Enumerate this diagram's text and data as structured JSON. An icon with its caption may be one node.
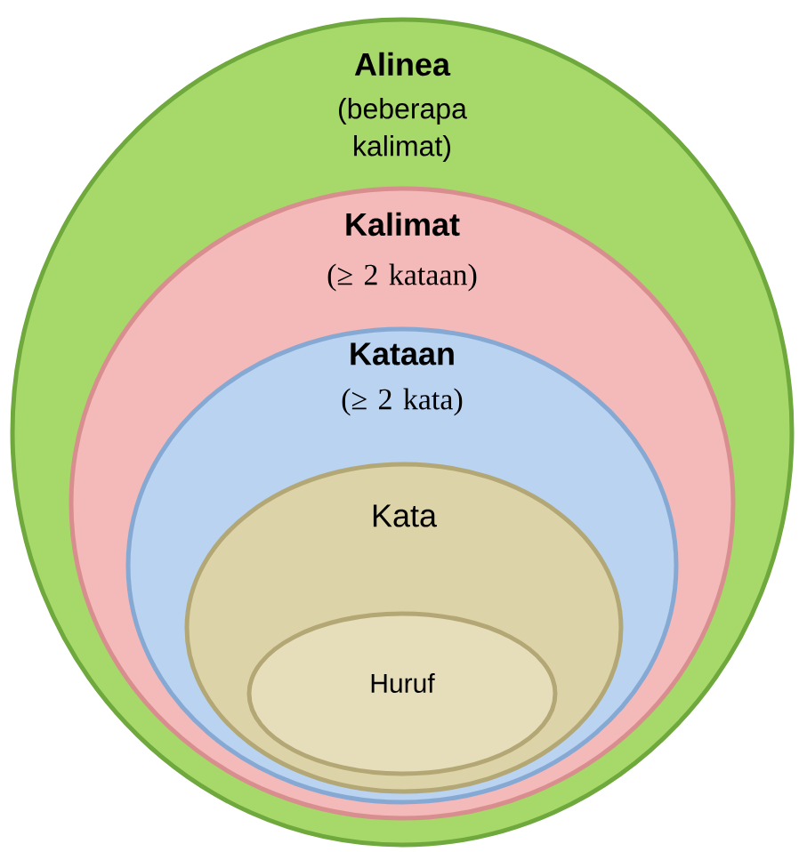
{
  "diagram": {
    "nodes": [
      {
        "text": [
          "Alinea",
          "(beberapa kalimat)"
        ]
      },
      {
        "text": [
          "Kalimat",
          "(≥ 2 kataan)"
        ],
        "in": 0
      },
      {
        "text": [
          "Kataan",
          "(≥ 2 kata)"
        ],
        "in": 1
      },
      {
        "text": [
          "Kata"
        ],
        "in": 2
      },
      {
        "text": [
          "Huruf"
        ],
        "in": 3
      }
    ]
  }
}
